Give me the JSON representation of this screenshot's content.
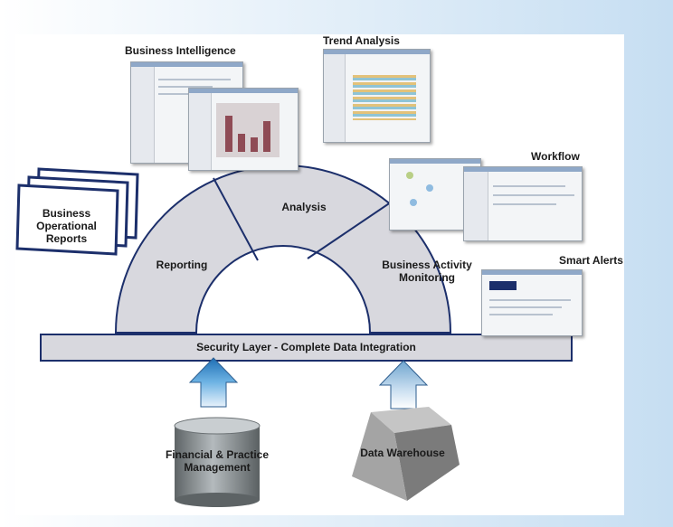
{
  "diagram": {
    "colors": {
      "background_gradient": [
        "#ffffff",
        "#c6def2"
      ],
      "panel": "#ffffff",
      "arch_fill": "#d8d8de",
      "outline": "#1c2f6b",
      "security_bar": "#d8d8de",
      "arrow": "#57a3d8",
      "cylinder": "#8e9497",
      "cube": "#9a9a9a"
    },
    "screens": {
      "business_intelligence": "Business Intelligence",
      "trend_analysis": "Trend Analysis",
      "workflow": "Workflow",
      "smart_alerts": "Smart Alerts"
    },
    "reports_label": "Business\nOperational\nReports",
    "arch": {
      "reporting": "Reporting",
      "analysis": "Analysis",
      "bam": "Business Activity\nMonitoring"
    },
    "security_layer": "Security Layer - Complete Data Integration",
    "sources": {
      "financial": "Financial & Practice\nManagement",
      "warehouse": "Data Warehouse"
    }
  }
}
